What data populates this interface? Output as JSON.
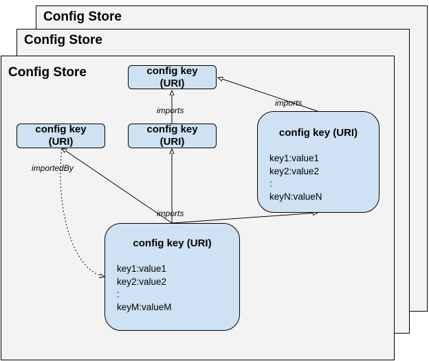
{
  "stores": [
    {
      "title": "Config Store"
    },
    {
      "title": "Config Store"
    },
    {
      "title": "Config Store"
    }
  ],
  "nodes": {
    "top": {
      "line1": "config key",
      "line2": "(URI)"
    },
    "left": {
      "line1": "config key",
      "line2": "(URI)"
    },
    "middle": {
      "line1": "config key",
      "line2": "(URI)"
    },
    "right": {
      "title": "config key (URI)",
      "entries": [
        "key1:value1",
        "key2:value2",
        ":",
        "keyN:valueN"
      ]
    },
    "bottom": {
      "title": "config key (URI)",
      "entries": [
        "key1:value1",
        "key2:value2",
        ":",
        "keyM:valueM"
      ]
    }
  },
  "edge_labels": {
    "middle_to_top": "imports",
    "right_to_top": "imports",
    "left_to_bottom": "importedBy",
    "bottom_imports": "imports"
  }
}
